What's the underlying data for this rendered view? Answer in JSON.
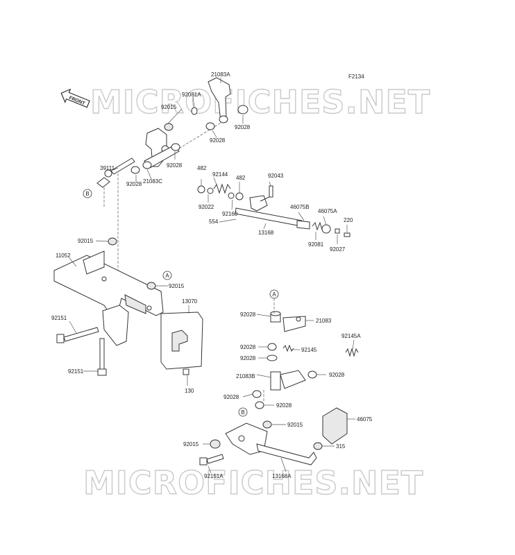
{
  "diagram": {
    "figure_code": "F2134",
    "front_label": "FRONT",
    "watermark_top": "MICROFICHES.NET",
    "watermark_bottom": "MICROFICHES.NET",
    "callouts": [
      {
        "id": "ref-a-top",
        "text": "A"
      },
      {
        "id": "ref-b-top",
        "text": "B"
      },
      {
        "id": "ref-a-mid",
        "text": "A"
      },
      {
        "id": "ref-b-mid",
        "text": "B"
      }
    ],
    "labels": [
      "21083A",
      "92081A",
      "92015",
      "92028",
      "92028",
      "39111",
      "92028",
      "21083C",
      "92028",
      "482",
      "92144",
      "482",
      "92043",
      "92022",
      "46075B",
      "46075A",
      "554",
      "92160",
      "220",
      "13168",
      "92081",
      "92027",
      "92015",
      "11052",
      "92015",
      "13070",
      "92151",
      "92151",
      "130",
      "92028",
      "21083",
      "92145A",
      "92028",
      "92145",
      "92028",
      "21083B",
      "92028",
      "92028",
      "92028",
      "46075",
      "92015",
      "92015",
      "315",
      "92151A",
      "13168A"
    ]
  }
}
